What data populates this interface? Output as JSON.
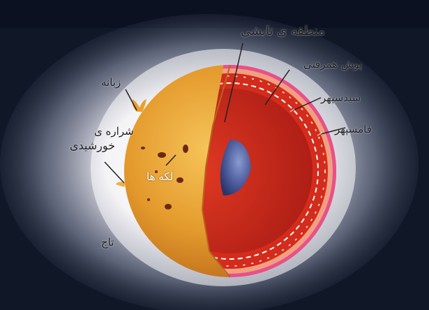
{
  "diagram": {
    "labels": {
      "radiative_zone": "منطقه ی تابشی",
      "convective_zone": "پوش همرفتی",
      "chromosphere": "شیدسپهر",
      "photosphere": "فامسپهر",
      "prominence": "زبانه",
      "solar_flare_line1": "شراره ی",
      "solar_flare_line2": "خورشیدی",
      "sunspots": "لکه ها",
      "corona": "تاج"
    }
  },
  "colors": {
    "space": "#101828",
    "corona_glow": "#ffffff",
    "surface": "#e39a2c",
    "interior": "#c8261c",
    "core": "#4a5a9a",
    "rim": "#e8508a"
  }
}
